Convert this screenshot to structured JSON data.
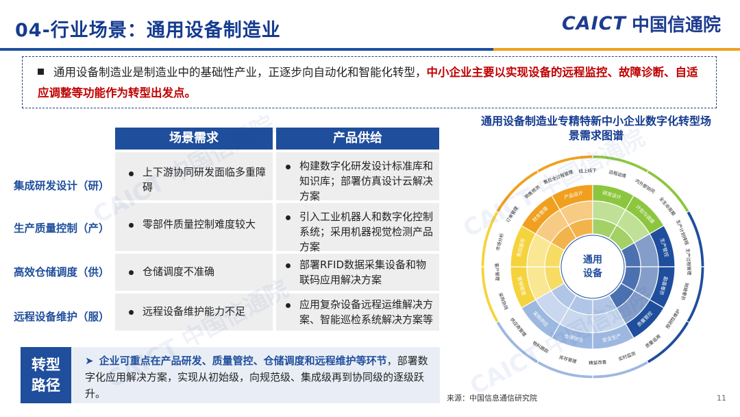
{
  "header": {
    "title": "04-行业场景：通用设备制造业",
    "logo_en": "CAICT",
    "logo_cn": "中国信通院",
    "rule_left": "#1f4e9c",
    "rule_right": "#f0a01e"
  },
  "intro": {
    "plain": "通用设备制造业是制造业中的基础性产业，正逐步向自动化和智能化转型，",
    "highlight": "中小企业主要以实现设备的远程监控、故障诊断、自适应调整等功能作为转型出发点。"
  },
  "table": {
    "col_demand": "场景需求",
    "col_supply": "产品供给",
    "rows": [
      {
        "label": "集成研发设计（研）",
        "demand": "上下游协同研发面临多重障碍",
        "supply": "构建数字化研发设计标准库和知识库；部署仿真设计云解决方案"
      },
      {
        "label": "生产质量控制（产）",
        "demand": "零部件质量控制难度较大",
        "supply": "引入工业机器人和数字化控制系统；采用机器视觉检测产品方案"
      },
      {
        "label": "高效仓储调度（供）",
        "demand": "仓储调度不准确",
        "supply": "部署RFID数据采集设备和物联码应用解决方案"
      },
      {
        "label": "远程设备维护（服）",
        "demand": "远程设备维护能力不足",
        "supply": "应用复杂设备远程运维解决方案、智能巡检系统解决方案等"
      }
    ]
  },
  "path": {
    "tag": "转型路径",
    "bold": "企业可重点在产品研发、质量管控、仓储调度和远程维护等环节",
    "rest": "，部署数字化应用解决方案，实现从初始级，向规范级、集成级再到协同级的逐级跃升。"
  },
  "chart": {
    "title": "通用设备制造业专精特新中小企业数字化转型场景需求图谱",
    "center": "通用设备",
    "ring3_labels": [
      "产品设计",
      "研发设计",
      "计划与调度",
      "生产管控",
      "设备管理",
      "质量管控",
      "安全生产",
      "仓储物流",
      "采购供应",
      "营销管理",
      "售后服务",
      "财务管理"
    ],
    "ring1_labels": [
      "营销管理",
      "售后服务",
      "产品设计",
      "研发设计",
      "计划与调度",
      "生产管控",
      "设备管理",
      "质量管控",
      "仓储物流",
      "采购供应",
      "安全生产",
      "财务管理"
    ],
    "outer_labels": [
      "售后全过程管理",
      "线上线下",
      "远程运维",
      "内外部协同",
      "全生命周期",
      "生产计划排程",
      "生产过程管理",
      "设备联网",
      "预测性维护",
      "质量追溯",
      "实时监测",
      "精益改善",
      "库存管理",
      "物料跟踪",
      "供应商管理",
      "采购协同",
      "客户管理",
      "市场分析",
      "订单管理",
      "销售预测"
    ],
    "colors": {
      "blue_dark": "#1f4e9c",
      "blue_light": "#9db8e0",
      "green": "#8cc63f",
      "yellow": "#f5d33c",
      "orange": "#f0a01e",
      "grey": "#7f8fa6"
    }
  },
  "footer": {
    "source": "来源：中国信息通信研究院",
    "page": "11"
  }
}
